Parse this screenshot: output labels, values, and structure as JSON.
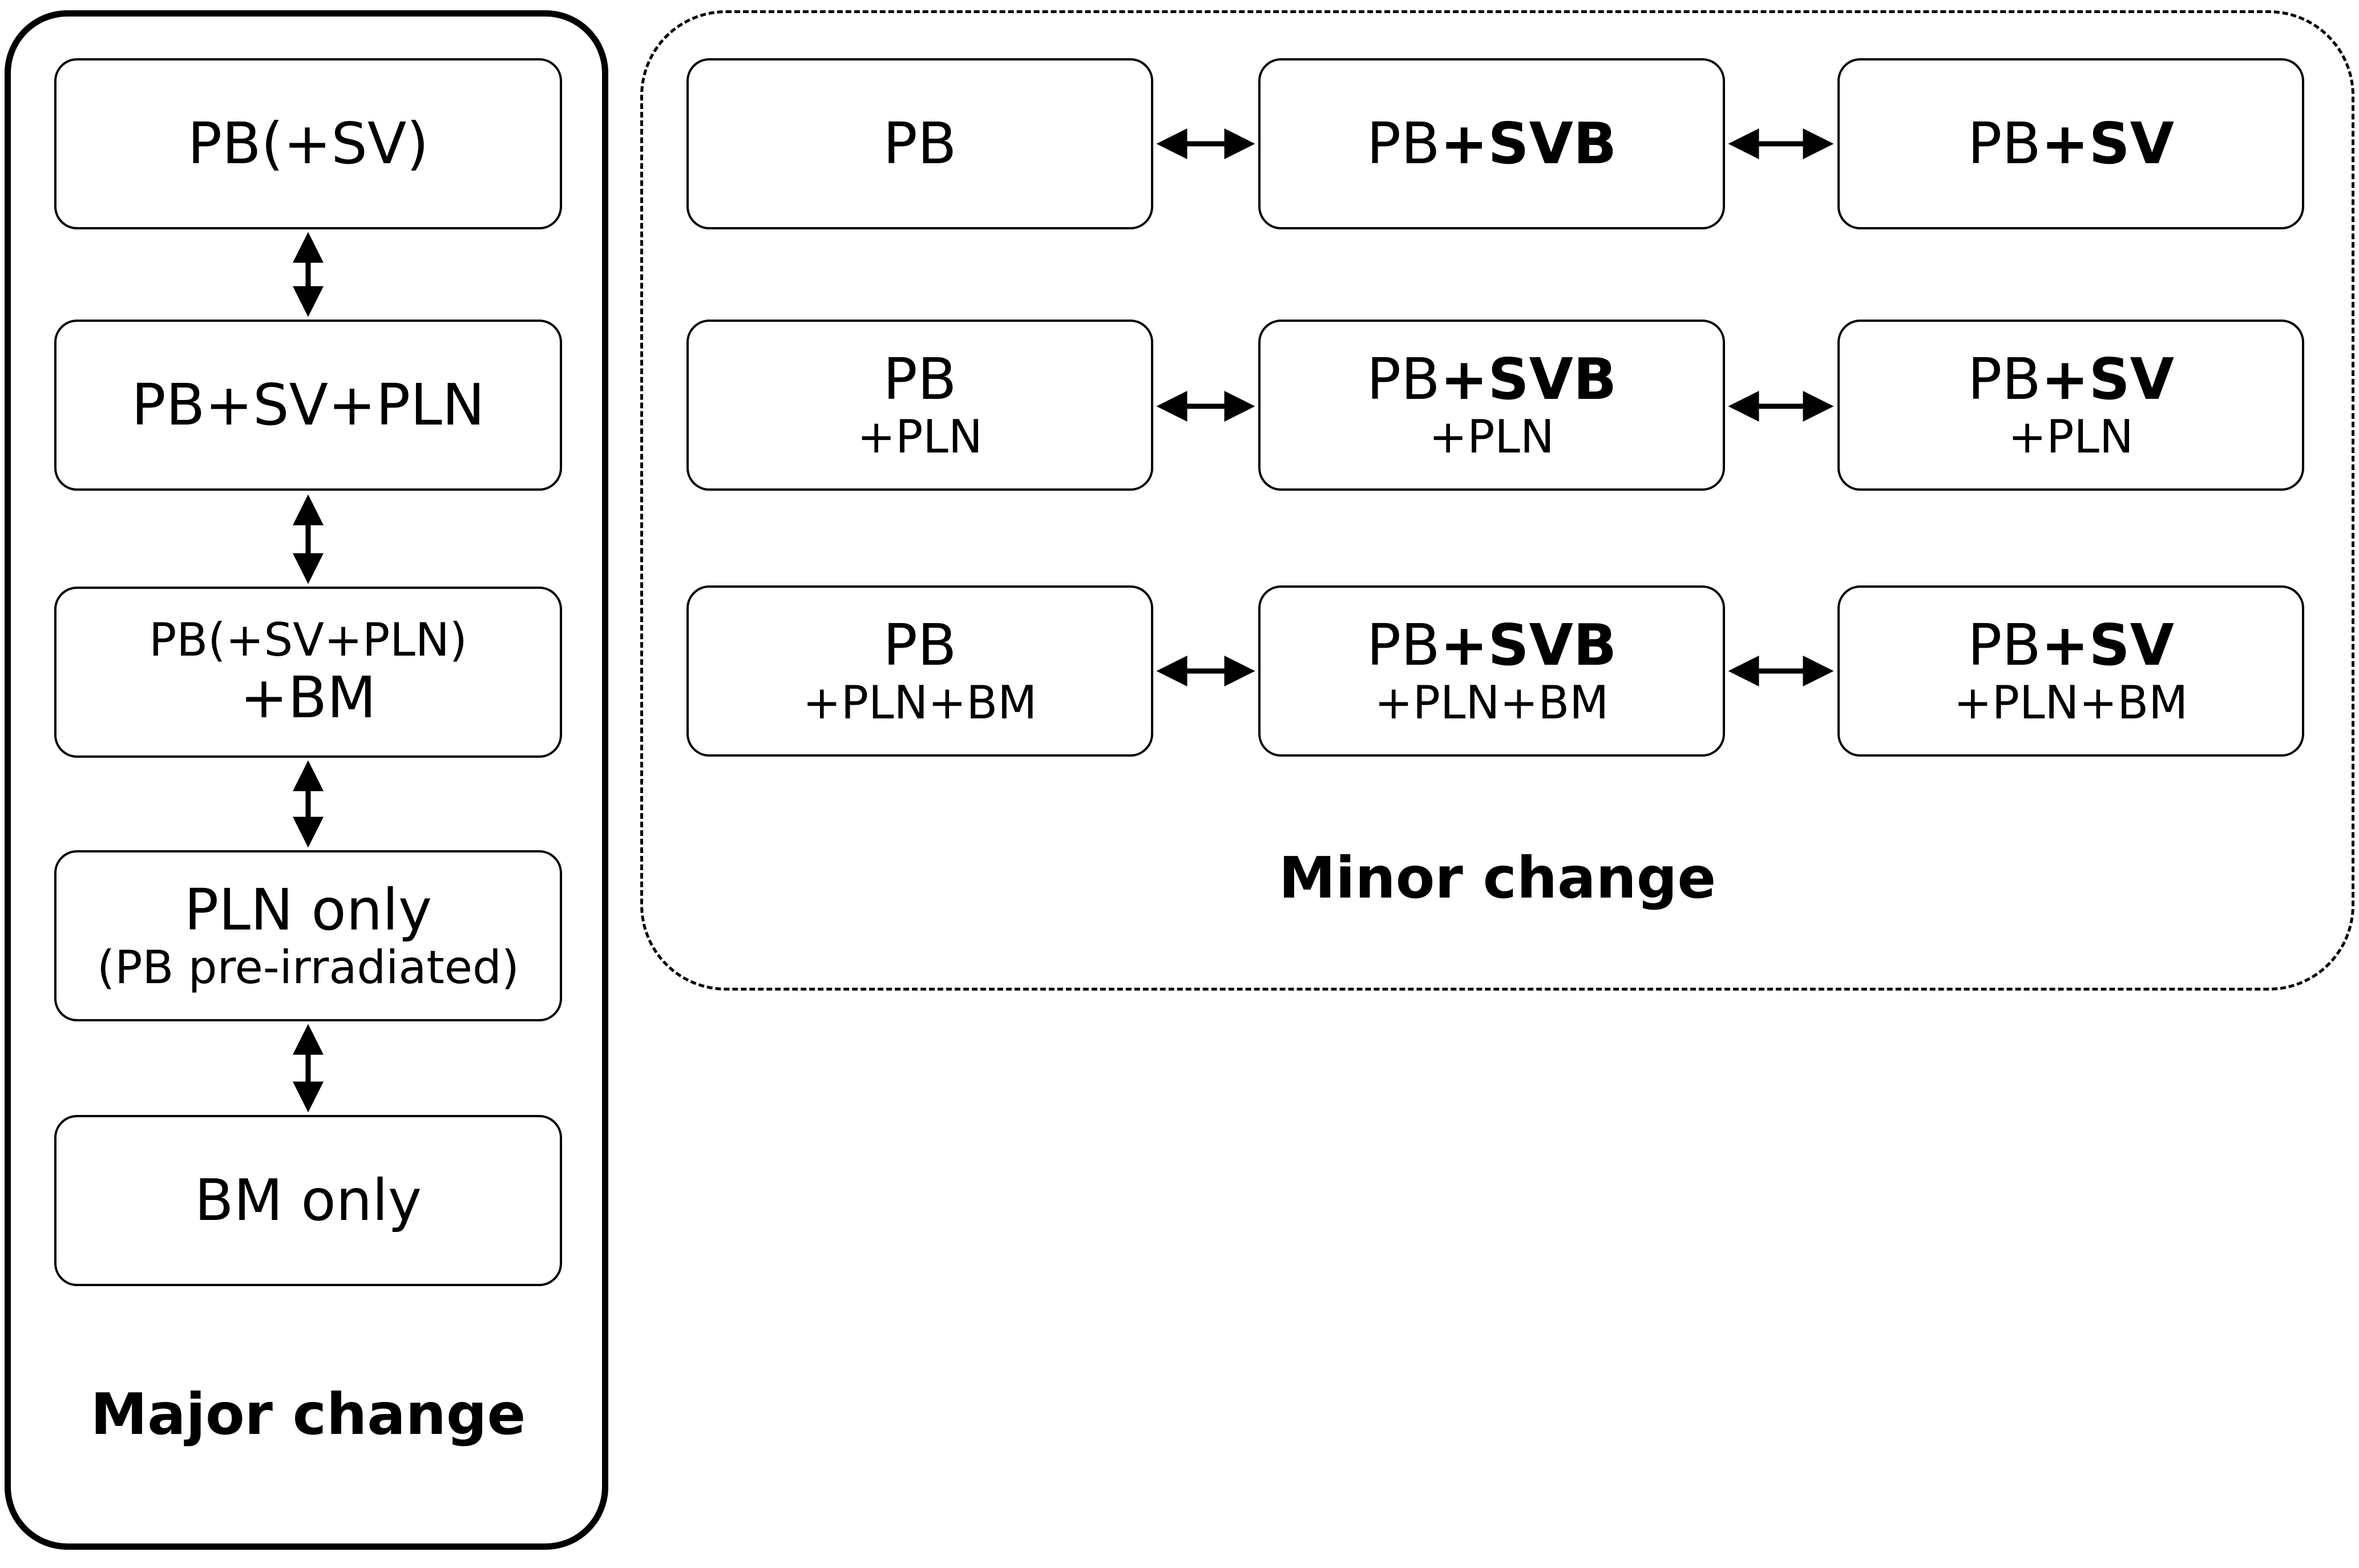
{
  "major": {
    "caption": "Major change",
    "boxes": [
      {
        "line1": "PB(+SV)"
      },
      {
        "line1": "PB+SV+PLN"
      },
      {
        "line1": "PB(+SV+PLN)",
        "line2": "+BM"
      },
      {
        "line1": "PLN only",
        "line2": "(PB pre-irradiated)"
      },
      {
        "line1": "BM only"
      }
    ]
  },
  "minor": {
    "caption": "Minor change",
    "rows": [
      {
        "cells": [
          {
            "prefix": "PB",
            "bold": "",
            "sub": ""
          },
          {
            "prefix": "PB",
            "bold": "+SVB",
            "sub": ""
          },
          {
            "prefix": "PB",
            "bold": "+SV",
            "sub": ""
          }
        ]
      },
      {
        "cells": [
          {
            "prefix": "PB",
            "bold": "",
            "sub": "+PLN"
          },
          {
            "prefix": "PB",
            "bold": "+SVB",
            "sub": "+PLN"
          },
          {
            "prefix": "PB",
            "bold": "+SV",
            "sub": "+PLN"
          }
        ]
      },
      {
        "cells": [
          {
            "prefix": "PB",
            "bold": "",
            "sub": "+PLN+BM"
          },
          {
            "prefix": "PB",
            "bold": "+SVB",
            "sub": "+PLN+BM"
          },
          {
            "prefix": "PB",
            "bold": "+SV",
            "sub": "+PLN+BM"
          }
        ]
      }
    ]
  }
}
